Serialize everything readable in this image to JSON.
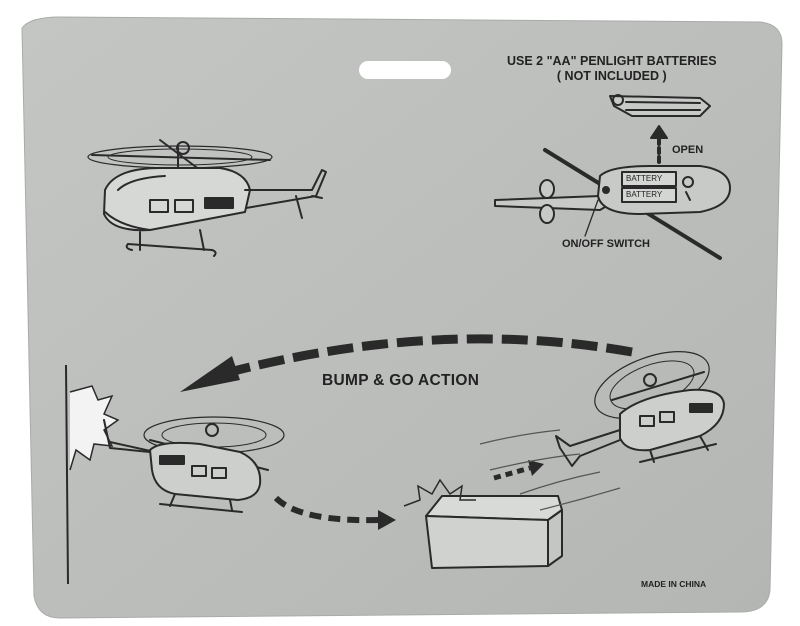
{
  "package_card": {
    "battery_note_line1": "USE 2 \"AA\" PENLIGHT BATTERIES",
    "battery_note_line2": "( NOT INCLUDED )",
    "open_label": "OPEN",
    "battery_label_1": "BATTERY",
    "battery_label_2": "BATTERY",
    "switch_label": "ON/OFF SWITCH",
    "action_label": "BUMP & GO ACTION",
    "origin_label": "MADE IN CHINA"
  },
  "colors": {
    "card": "#bfc1bf",
    "ink": "#222222",
    "background": "#ffffff"
  }
}
